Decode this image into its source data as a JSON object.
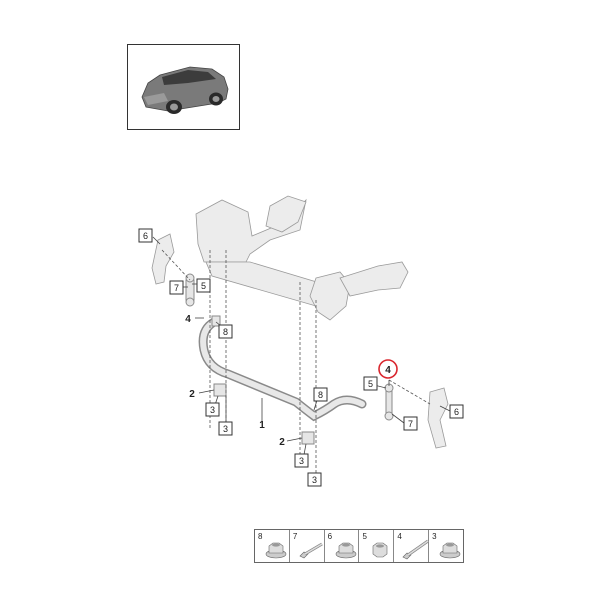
{
  "callouts": {
    "c6a": "6",
    "c7a": "7",
    "c5a": "5",
    "c4a": "4",
    "c8a": "8",
    "c2a": "2",
    "c3a": "3",
    "c3b": "3",
    "c1": "1",
    "c2b": "2",
    "c3c": "3",
    "c3d": "3",
    "c8b": "8",
    "c4b": "4",
    "c5b": "5",
    "c7b": "7",
    "c6b": "6"
  },
  "legend": {
    "items": [
      {
        "number": "8",
        "icon": "flange-nut-icon"
      },
      {
        "number": "7",
        "icon": "bolt-icon"
      },
      {
        "number": "6",
        "icon": "flange-nut-icon"
      },
      {
        "number": "5",
        "icon": "hex-nut-icon"
      },
      {
        "number": "4",
        "icon": "long-bolt-icon"
      },
      {
        "number": "3",
        "icon": "flange-nut-icon"
      }
    ]
  },
  "highlight": {
    "color": "#d9262e"
  },
  "colors": {
    "part_fill": "#e6e6e6",
    "part_stroke": "#8a8a8a",
    "text": "#222222"
  }
}
